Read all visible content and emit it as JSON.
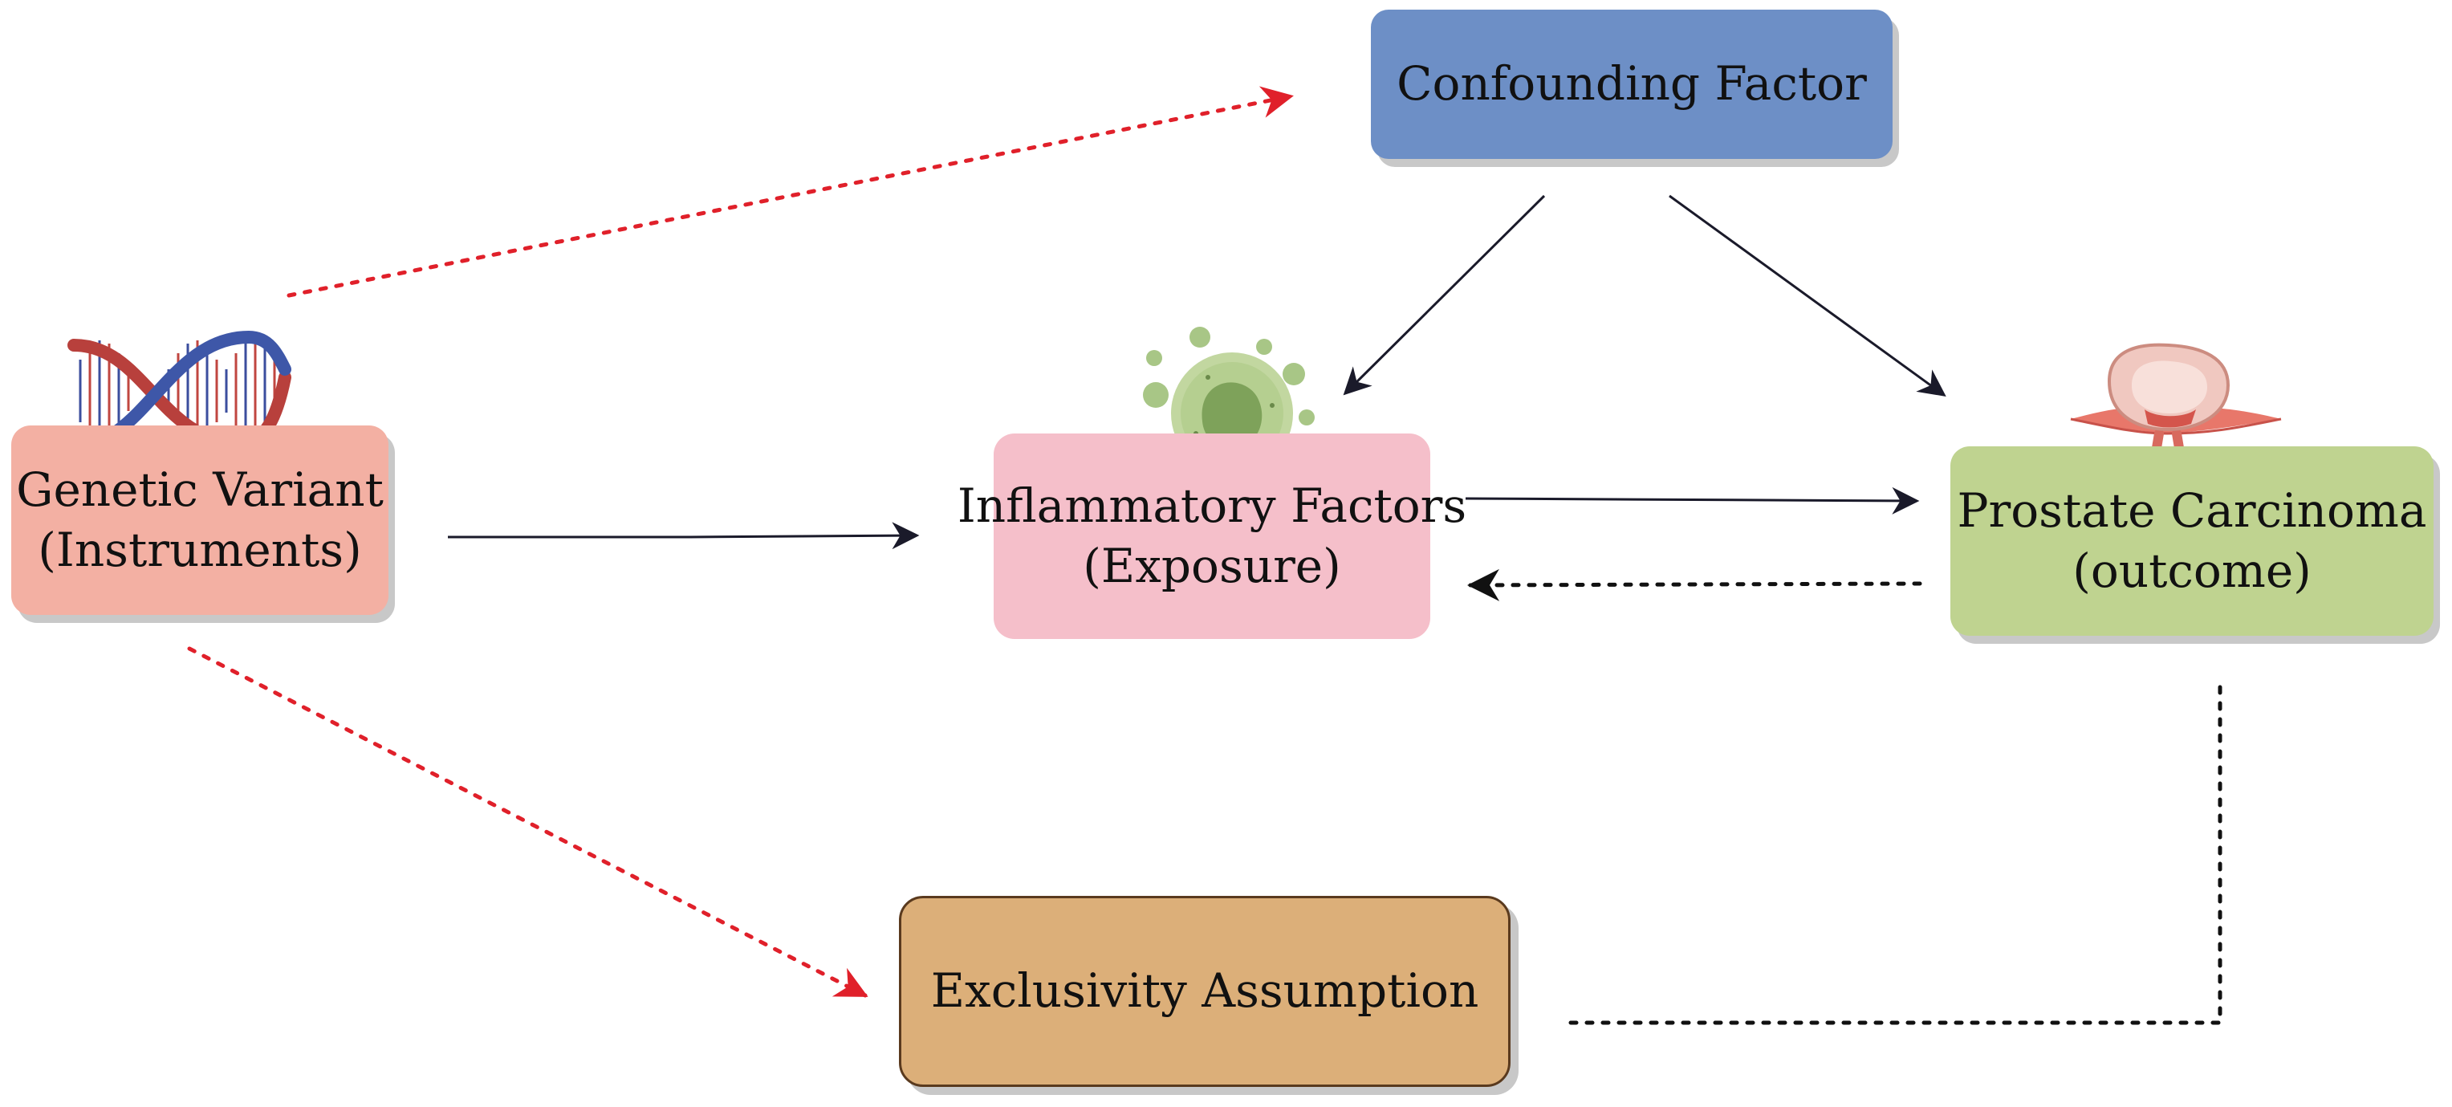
{
  "nodes": {
    "confounding": {
      "label": "Confounding Factor",
      "color": "#6d8fc6"
    },
    "genetic": {
      "line1": "Genetic Variant",
      "line2": "(Instruments)",
      "color": "#f3b0a3"
    },
    "inflammatory": {
      "line1": "Inflammatory Factors",
      "line2": "(Exposure)",
      "color": "#f5bfca"
    },
    "prostate": {
      "line1": "Prostate Carcinoma",
      "line2": "(outcome)",
      "color": "#bfd390"
    },
    "exclusivity": {
      "label": "Exclusivity Assumption",
      "color": "#dcaf79"
    }
  },
  "icons": {
    "genetic": "dna-helix-icon",
    "inflammatory": "virus-cell-icon",
    "prostate": "prostate-organ-icon"
  },
  "colors": {
    "solid_arrow": "#1a1a2a",
    "red_dotted_arrow": "#e0202a",
    "black_dotted": "#111111"
  }
}
